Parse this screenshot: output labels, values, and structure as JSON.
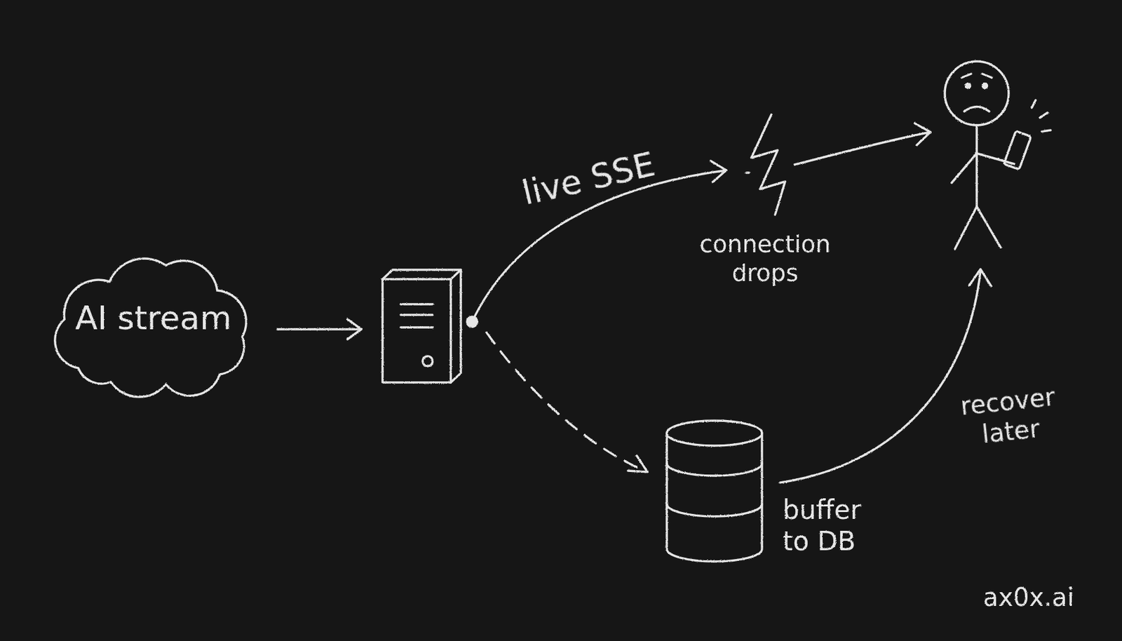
{
  "diagram": {
    "nodes": [
      {
        "text": [
          "AI stream"
        ]
      }
    ],
    "labels": [
      "live SSE",
      "connection drops",
      "buffer to DB",
      "recover later",
      "ax0x.ai"
    ]
  }
}
